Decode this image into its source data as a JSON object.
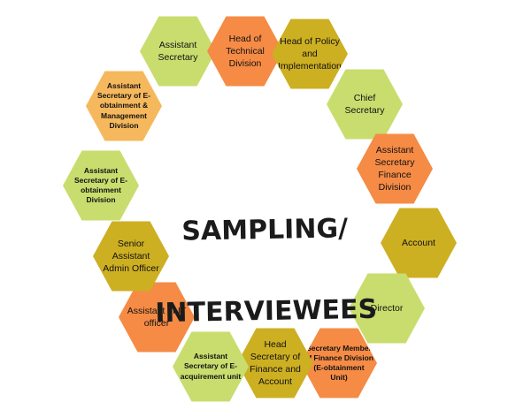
{
  "title": {
    "line1": "SAMPLING/",
    "line2": "INTERVIEWEES"
  },
  "colors": {
    "green": "#c8dd6e",
    "orange": "#f58b45",
    "mustard": "#cdaf22",
    "light_orange": "#f6b85c"
  },
  "nodes": [
    {
      "label": "Assistant Secretary",
      "color": "green"
    },
    {
      "label": "Head of Technical Division",
      "color": "orange"
    },
    {
      "label": "Head of Policy and Implementation",
      "color": "mustard"
    },
    {
      "label": "Chief Secretary",
      "color": "green"
    },
    {
      "label": "Assistant Secretary Finance Division",
      "color": "orange"
    },
    {
      "label": "Account",
      "color": "mustard"
    },
    {
      "label": "Director",
      "color": "green"
    },
    {
      "label": "Secretary Member of Finance Division (E-obtainment Unit)",
      "color": "orange"
    },
    {
      "label": "Head Secretary of Finance and Account",
      "color": "mustard"
    },
    {
      "label": "Assistant Secretary of E-acquirement unit",
      "color": "green"
    },
    {
      "label": "Assistant of IT officer",
      "color": "orange"
    },
    {
      "label": "Senior Assistant Admin Officer",
      "color": "mustard"
    },
    {
      "label": "Assistant Secretary of E-obtainment Division",
      "color": "green"
    },
    {
      "label": "Assistant Secretary of E-obtainment & Management Division",
      "color": "light_orange"
    }
  ]
}
